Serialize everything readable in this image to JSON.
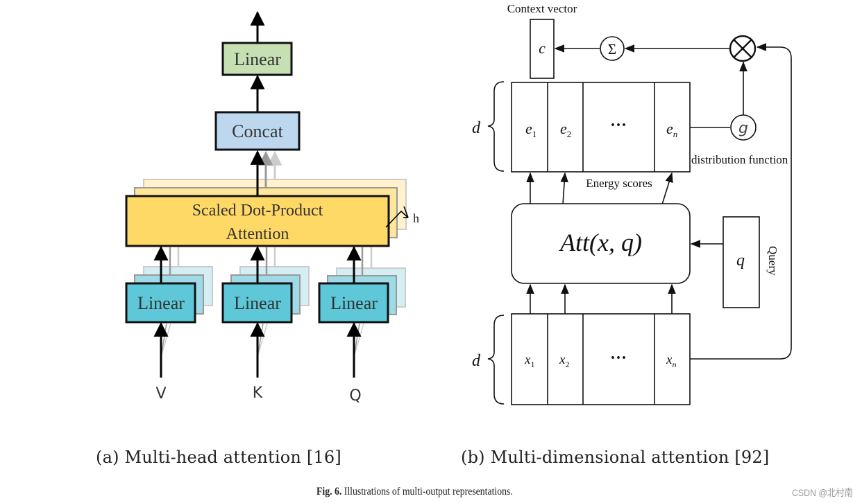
{
  "figure": {
    "left_panel": {
      "title": "Multi-head attention",
      "top_linear": {
        "label": "Linear",
        "fill": "#c6e0b4"
      },
      "concat": {
        "label": "Concat",
        "fill": "#bdd7ee"
      },
      "attention": {
        "line1": "Scaled Dot-Product",
        "line2": "Attention",
        "fill": "#ffd966"
      },
      "heads_label": "h",
      "input_linears": [
        {
          "label": "Linear",
          "input": "V"
        },
        {
          "label": "Linear",
          "input": "K"
        },
        {
          "label": "Linear",
          "input": "Q"
        }
      ],
      "linear_fill": "#5ec8d8"
    },
    "right_panel": {
      "title": "Multi-dimensional attention",
      "context_label": "Context vector",
      "context_symbol": "c",
      "sum_symbol": "Σ",
      "product_symbol": "⊗",
      "distribution_symbol": "g",
      "distribution_label": "distribution function",
      "energy_label": "Energy scores",
      "dimension_label": "d",
      "energy_cells": [
        {
          "base": "e",
          "sub": "1"
        },
        {
          "base": "e",
          "sub": "2"
        },
        {
          "base": "···",
          "sub": ""
        },
        {
          "base": "e",
          "sub": "n"
        }
      ],
      "input_cells": [
        {
          "base": "x",
          "sub": "1"
        },
        {
          "base": "x",
          "sub": "2"
        },
        {
          "base": "···",
          "sub": ""
        },
        {
          "base": "x",
          "sub": "n"
        }
      ],
      "att_function": "Att(x, q)",
      "query_symbol": "q",
      "query_label": "Query"
    }
  },
  "captions": {
    "sub_a": "(a) Multi-head attention [16]",
    "sub_b": "(b) Multi-dimensional attention [92]",
    "fig_label": "Fig. 6.",
    "fig_text": " Illustrations of multi-output representations.",
    "watermark": "CSDN @北村南"
  }
}
